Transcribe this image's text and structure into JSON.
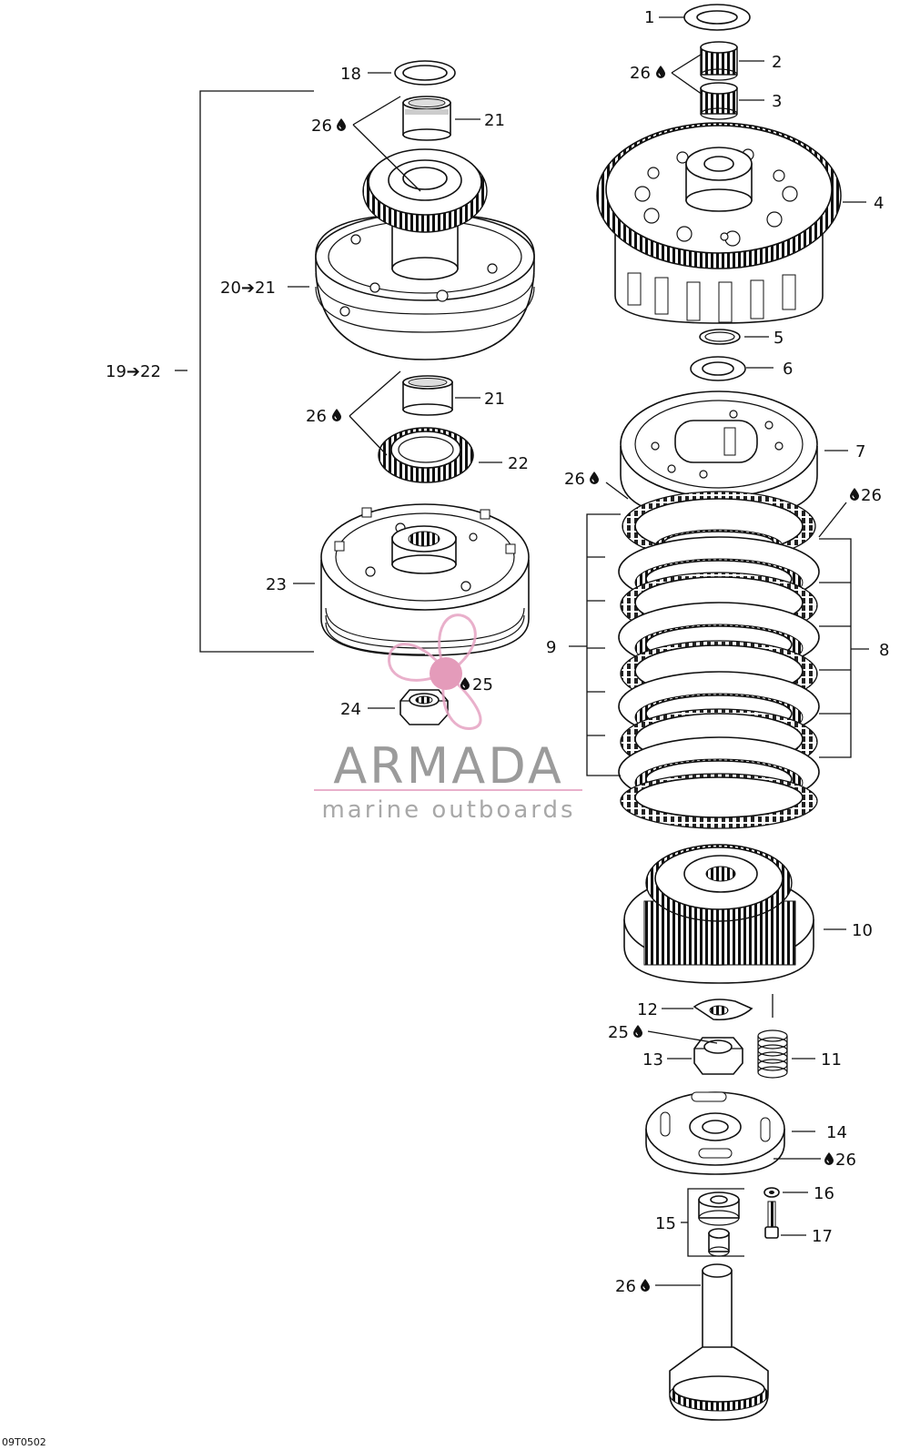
{
  "callouts": {
    "c1": "1",
    "c2": "2",
    "c3": "3",
    "c4": "4",
    "c5": "5",
    "c6": "6",
    "c7": "7",
    "c8": "8",
    "c9": "9",
    "c10": "10",
    "c11": "11",
    "c12": "12",
    "c13": "13",
    "c14": "14",
    "c15": "15",
    "c16": "16",
    "c17": "17",
    "c18": "18",
    "c19_22": "19➔22",
    "c20_21": "20➔21",
    "c21a": "21",
    "c21b": "21",
    "c22": "22",
    "c23": "23",
    "c24": "24",
    "c25a": "25",
    "c25b": "25",
    "c26a": "26",
    "c26b": "26",
    "c26c": "26",
    "c26d": "26",
    "c26e": "26",
    "c26f": "26",
    "c26g": "26"
  },
  "oil_icon": "oil-drop-icon",
  "watermark": {
    "brand": "ARMADA",
    "tagline": "marine outboards",
    "brand_color": "#8a8a8a",
    "accent_color": "#e6a3c2",
    "dot_color": "#e08aaf"
  },
  "figure_code": "09T0502"
}
